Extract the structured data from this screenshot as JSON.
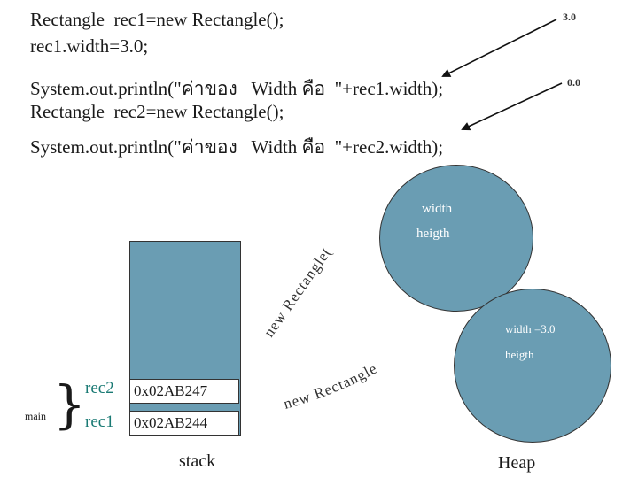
{
  "code": {
    "line1": "Rectangle  rec1=new Rectangle();",
    "line2": "rec1.width=3.0;",
    "line3": "System.out.println(\"ค่าของ   Width คือ  \"+rec1.width);",
    "line4": "Rectangle  rec2=new Rectangle();",
    "line5": "System.out.println(\"ค่าของ   Width คือ  \"+rec2.width);"
  },
  "outputs": {
    "first": "3.0",
    "second": "0.0"
  },
  "heap": {
    "label": "Heap",
    "object2": {
      "width": "width",
      "height": "heigth"
    },
    "object1": {
      "width": "width =3.0",
      "height": "heigth"
    }
  },
  "stack": {
    "label": "stack",
    "frame": "main",
    "vars": [
      {
        "name": "rec2",
        "address": "0x02AB247"
      },
      {
        "name": "rec1",
        "address": "0x02AB244"
      }
    ]
  },
  "arrow_labels": {
    "upper": "new Rectangle();",
    "lower": "new Rectangle();"
  },
  "colors": {
    "object_fill": "#6a9db3",
    "var_text": "#1a7a74"
  }
}
